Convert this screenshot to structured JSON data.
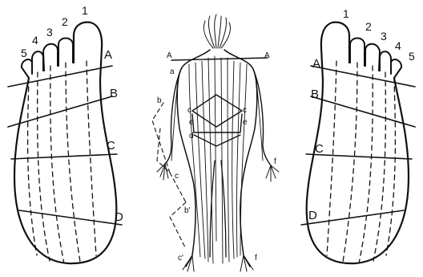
{
  "left_foot": {
    "toe_labels": [
      "1",
      "2",
      "3",
      "4",
      "5"
    ],
    "zone_labels": [
      "A",
      "B",
      "C",
      "D"
    ]
  },
  "right_foot": {
    "toe_labels": [
      "1",
      "2",
      "3",
      "4",
      "5"
    ],
    "zone_labels": [
      "A",
      "B",
      "C",
      "D"
    ]
  },
  "body_figure": {
    "labels": {
      "shoulder_left": "A",
      "shoulder_right": "A",
      "arm_a": "a",
      "arm_b": "b",
      "torso_c_left": "c",
      "torso_c_right": "c",
      "torso_e_left": "e",
      "torso_e_right": "e",
      "arm_d": "d",
      "hand_c": "c",
      "leg_b": "b'",
      "foot_c": "c'",
      "foot_right": "f",
      "hand_right": "f"
    }
  }
}
